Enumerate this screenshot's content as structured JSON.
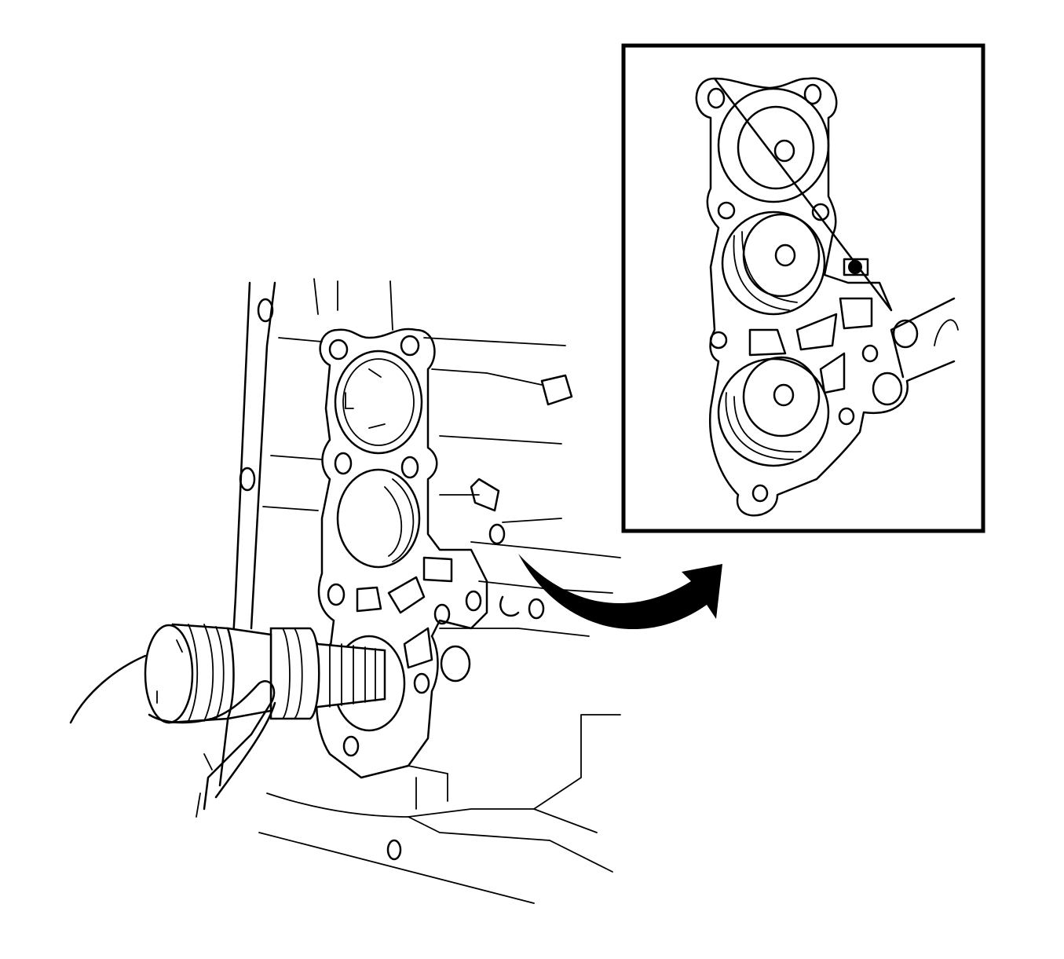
{
  "diagram": {
    "colors": {
      "line": "#000000",
      "background": "#ffffff"
    },
    "elements": [
      {
        "id": "transmission-case",
        "kind": "line-drawing"
      },
      {
        "id": "accumulator-bores",
        "count": 3
      },
      {
        "id": "removal-tool",
        "kind": "line-drawing"
      },
      {
        "id": "hand",
        "kind": "line-drawing"
      },
      {
        "id": "arrow",
        "direction": "to-inset"
      },
      {
        "id": "inset-detail",
        "bores": 3
      }
    ]
  }
}
